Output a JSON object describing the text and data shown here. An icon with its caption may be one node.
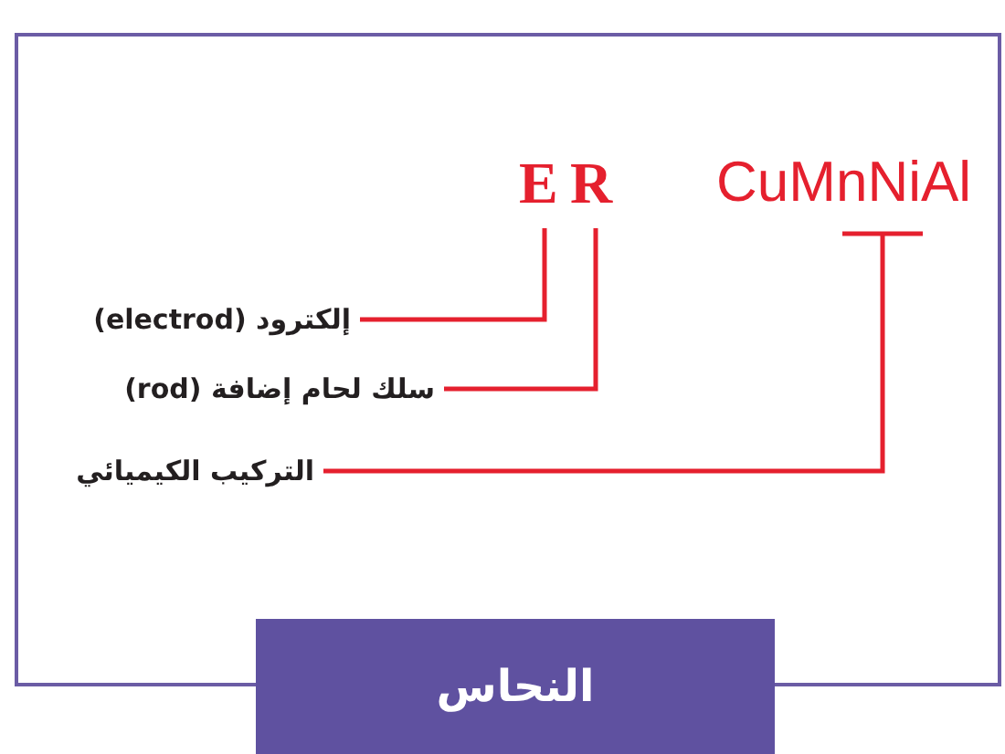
{
  "diagram": {
    "nodes": [
      {
        "text": [
          "النحاس"
        ]
      },
      {
        "text": [
          "E"
        ],
        "in": 0
      },
      {
        "text": [
          "R"
        ],
        "in": 0
      },
      {
        "text": [
          "CuMnNiAl"
        ],
        "in": 0
      },
      {
        "text": [
          "إلكترود (electrod)"
        ],
        "in": 0
      },
      {
        "text": [
          "سلك لحام إضافة (rod)"
        ],
        "in": 0
      },
      {
        "text": [
          "التركيب الكيميائي"
        ],
        "in": 0
      }
    ],
    "edges": [
      {
        "from": 4,
        "to": 1,
        "arrow": "none"
      },
      {
        "from": 5,
        "to": 2,
        "arrow": "none"
      },
      {
        "from": 6,
        "to": 3,
        "arrow": "none"
      }
    ]
  }
}
